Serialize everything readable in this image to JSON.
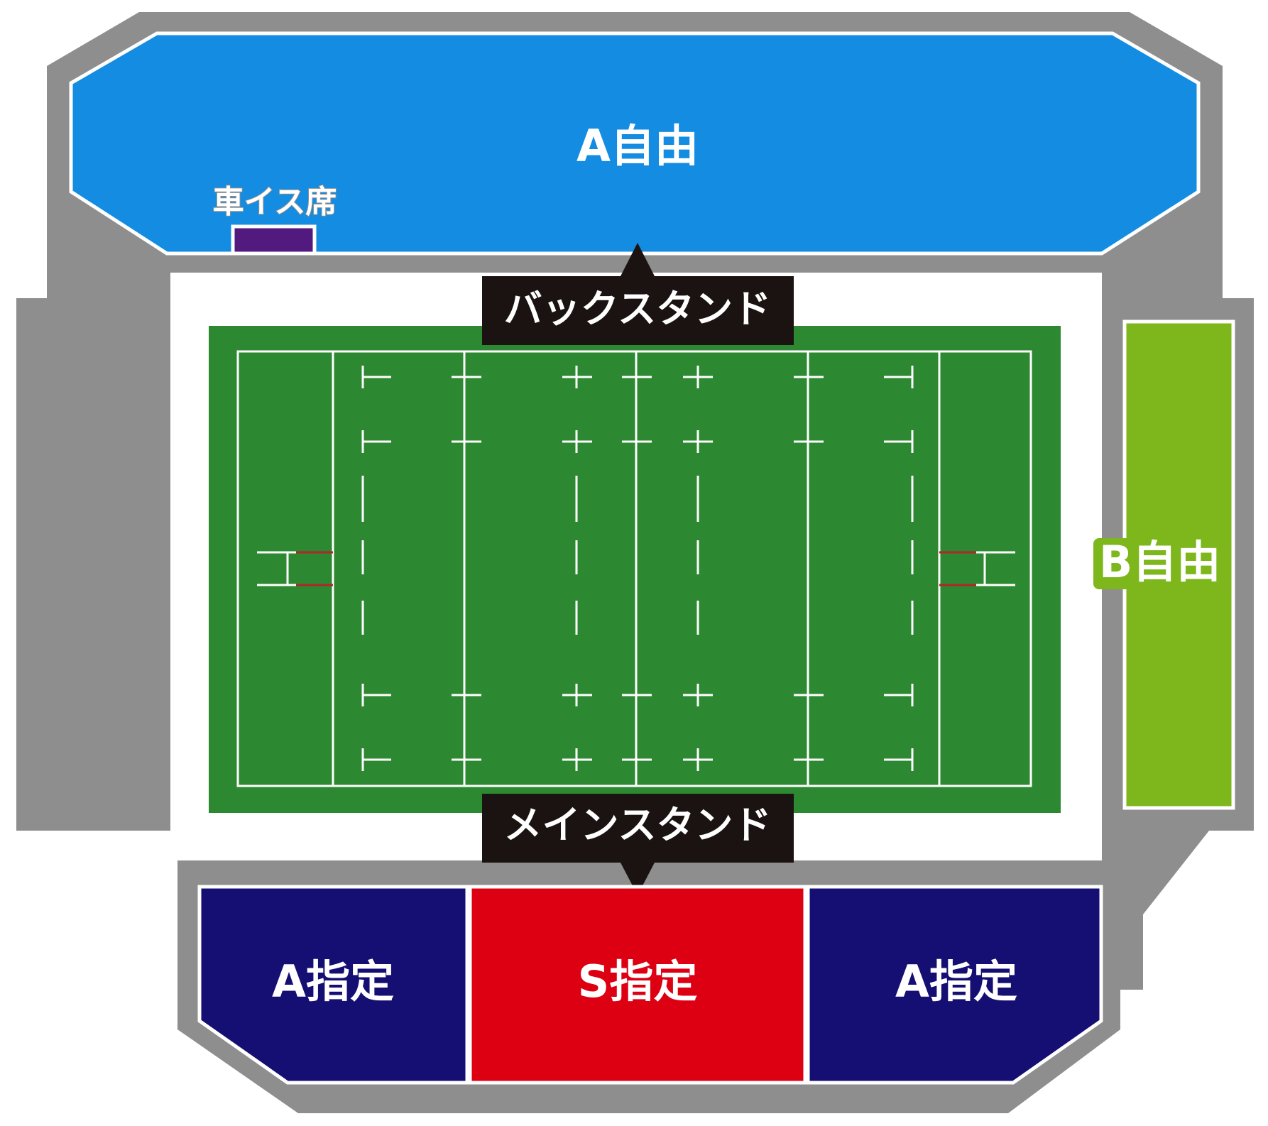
{
  "sections": {
    "back_a_free": {
      "label": "A自由",
      "color": "#138ce2"
    },
    "wheelchair": {
      "label": "車イス席",
      "color": "#521a7e"
    },
    "side_b_free": {
      "label": "B自由",
      "color": "#7db71c"
    },
    "main_a_left": {
      "label": "A指定",
      "color": "#160f73"
    },
    "main_s": {
      "label": "S指定",
      "color": "#dc0012"
    },
    "main_a_right": {
      "label": "A指定",
      "color": "#160f73"
    }
  },
  "stands": {
    "back": {
      "label": "バックスタンド"
    },
    "main": {
      "label": "メインスタンド"
    }
  },
  "colors": {
    "structure": "#8e8e8e",
    "pitch": "#2d8832",
    "banner": "#1a1311",
    "goalpost": "#b0262a"
  }
}
